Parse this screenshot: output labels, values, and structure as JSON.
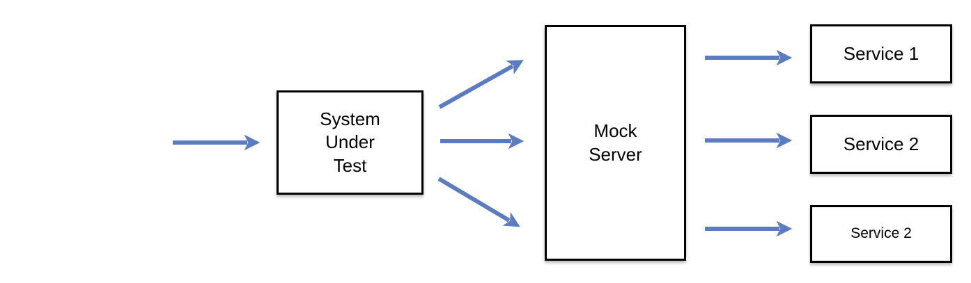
{
  "colors": {
    "arrow": "#5b7cc0",
    "border": "#000000",
    "fill": "#ffffff",
    "bg": "#ffffff",
    "text": "#000000"
  },
  "nodes": {
    "system_under_test": {
      "label": "System\nUnder\nTest"
    },
    "mock_server": {
      "label": "Mock\nServer"
    },
    "service_1": {
      "label": "Service 1"
    },
    "service_2": {
      "label": "Service 2"
    },
    "service_3": {
      "label": "Service 2"
    }
  }
}
